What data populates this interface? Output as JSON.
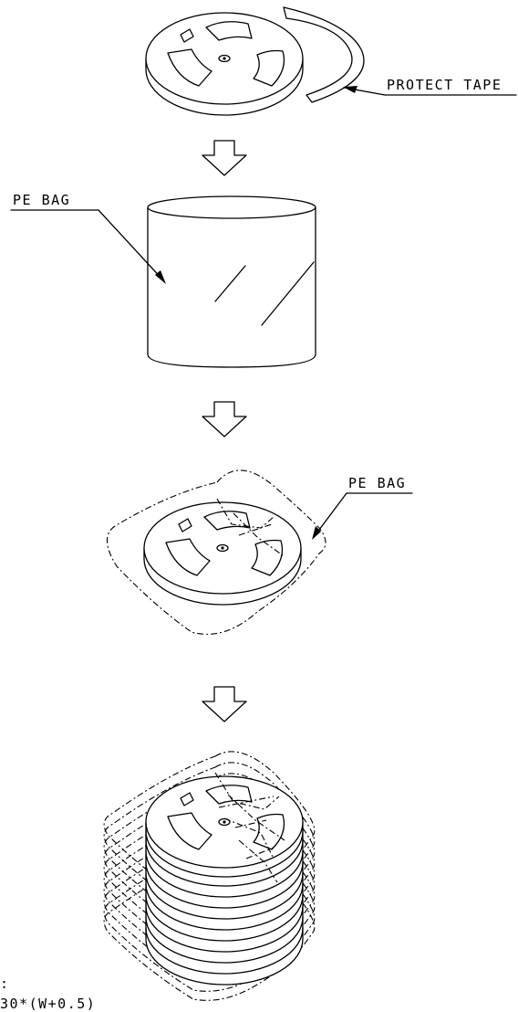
{
  "labels": {
    "protect_tape": "PROTECT TAPE",
    "pe_bag_1": "PE BAG",
    "pe_bag_2": "PE BAG",
    "note_line_1": ":",
    "note_line_2": "30*(W+0.5)"
  },
  "colors": {
    "line": "#000000",
    "background": "#ffffff"
  }
}
